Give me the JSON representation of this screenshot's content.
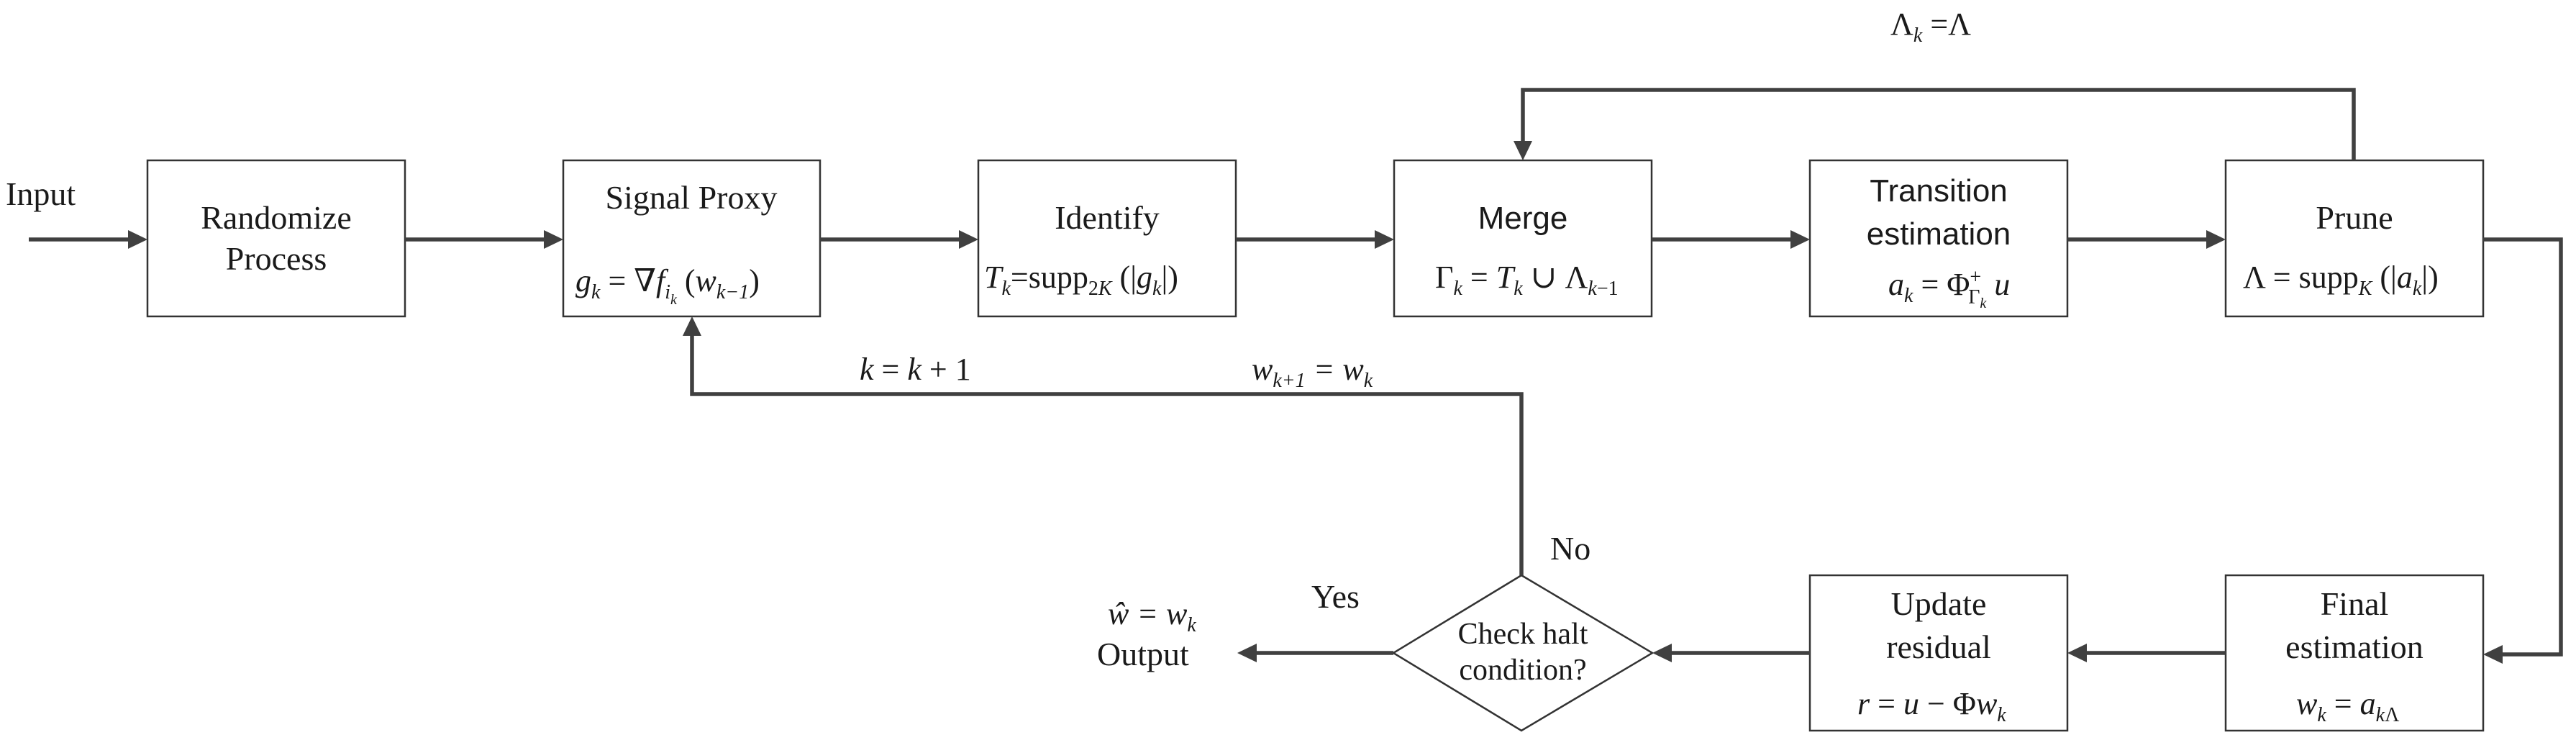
{
  "input": "Input",
  "output": "Output",
  "output_formula": "ŵ = w_k",
  "yes": "Yes",
  "no": "No",
  "loop_k": "k = k + 1",
  "loop_w": "w_{k+1} = w_k",
  "top_feedback": "Λ_k = Λ",
  "nodes": {
    "randomize": {
      "line1": "Randomize",
      "line2": "Process"
    },
    "signal_proxy": {
      "title": "Signal Proxy",
      "formula": "g_k = ∇f_{i_k}(w_{k−1})"
    },
    "identify": {
      "title": "Identify",
      "formula": "T_k = supp_{2K}(|g_k|)"
    },
    "merge": {
      "title": "Merge",
      "formula": "Γ_k = T_k ∪ Λ_{k−1}"
    },
    "transition": {
      "line1": "Transition",
      "line2": "estimation",
      "formula": "a_k = Φ⁺_{Γ_k} u"
    },
    "prune": {
      "title": "Prune",
      "formula": "Λ = supp_K(|a_k|)"
    },
    "final": {
      "line1": "Final",
      "line2": "estimation",
      "formula": "w_k = a_{kΛ}"
    },
    "update": {
      "line1": "Update",
      "line2": "residual",
      "formula": "r = u − Φw_k"
    },
    "check": {
      "line1": "Check halt",
      "line2": "condition?"
    }
  }
}
